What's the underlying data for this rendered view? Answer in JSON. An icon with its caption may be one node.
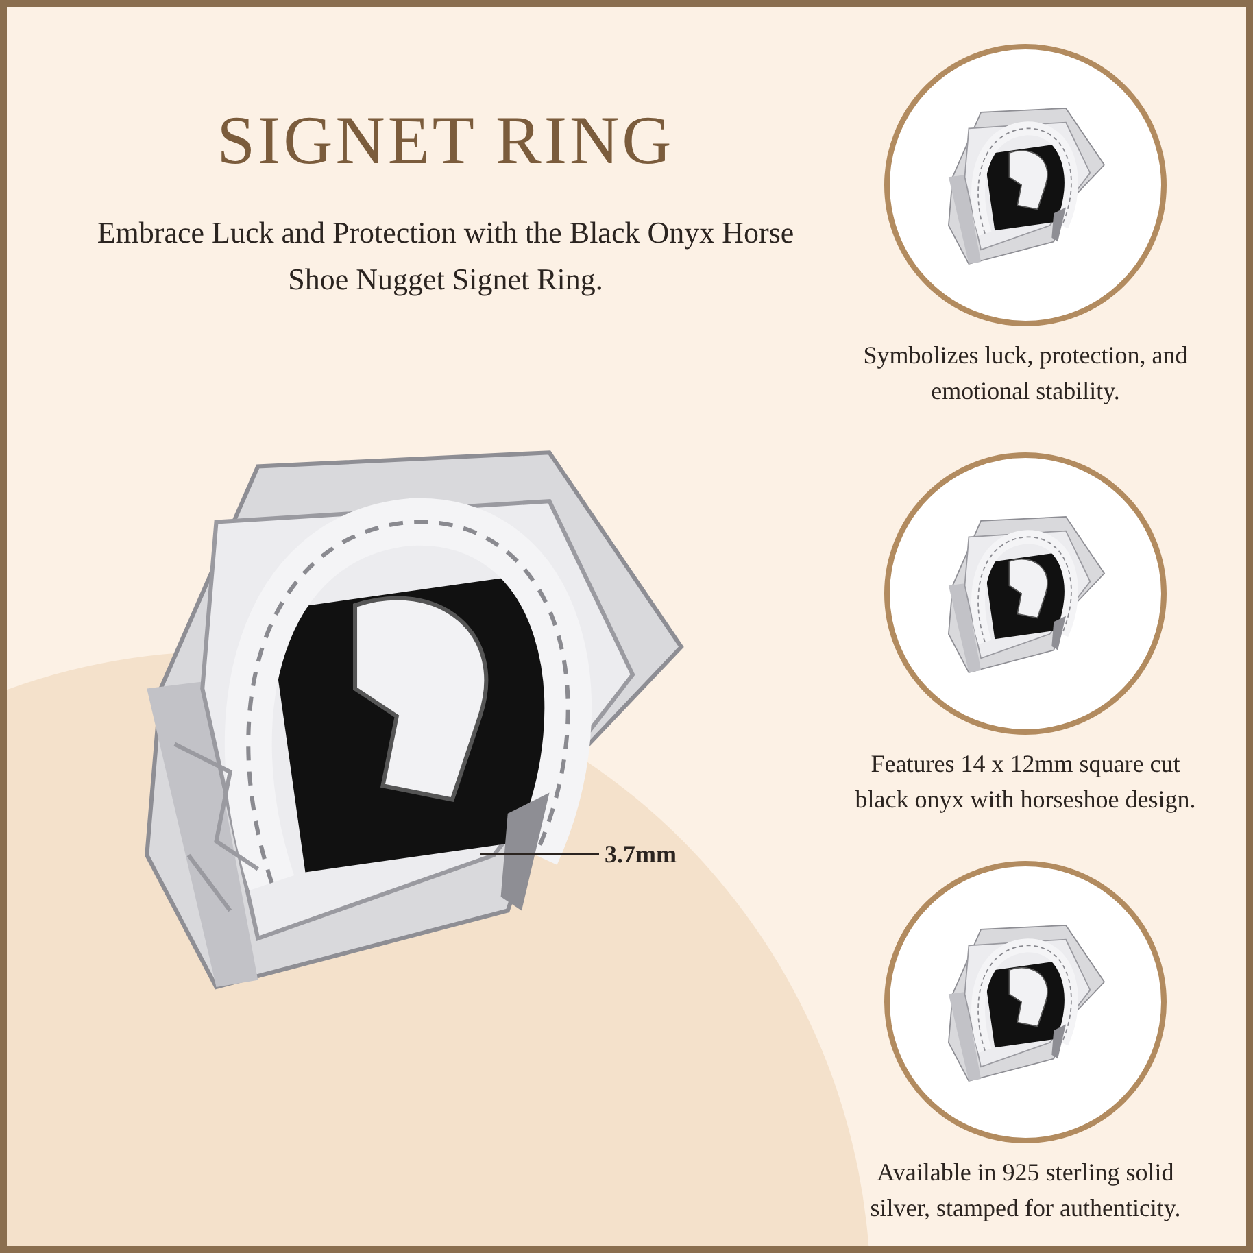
{
  "diagram": {
    "title": "SIGNET RING",
    "nodes": [
      {
        "text": [],
        "shape": "picture"
      },
      {
        "text": [
          "3.7mm"
        ]
      },
      {
        "text": [],
        "shape": "picture",
        "beside": [
          "Symbolizes luck, protection, and emotional stability."
        ]
      },
      {
        "text": [],
        "shape": "picture",
        "beside": [
          "Features 14 x 12mm square cut black onyx with horseshoe design."
        ]
      },
      {
        "text": [],
        "shape": "picture",
        "beside": [
          "Available in 925 sterling solid silver, stamped for authenticity."
        ]
      }
    ],
    "edges": [
      {
        "from": 1,
        "to": 0,
        "arrow": "none"
      }
    ],
    "labels": [
      "Embrace Luck and Protection with the Black Onyx Horse Shoe Nugget Signet Ring."
    ]
  }
}
